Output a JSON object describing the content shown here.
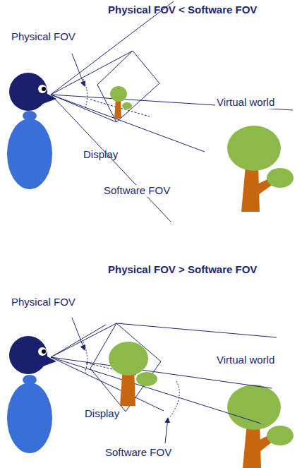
{
  "diagram": {
    "labels": [
      "Physical FOV < Software FOV",
      "Physical FOV",
      "Virtual world",
      "Display",
      "Software FOV",
      "Physical FOV > Software FOV",
      "Physical FOV",
      "Virtual world",
      "Display",
      "Software FOV"
    ]
  }
}
